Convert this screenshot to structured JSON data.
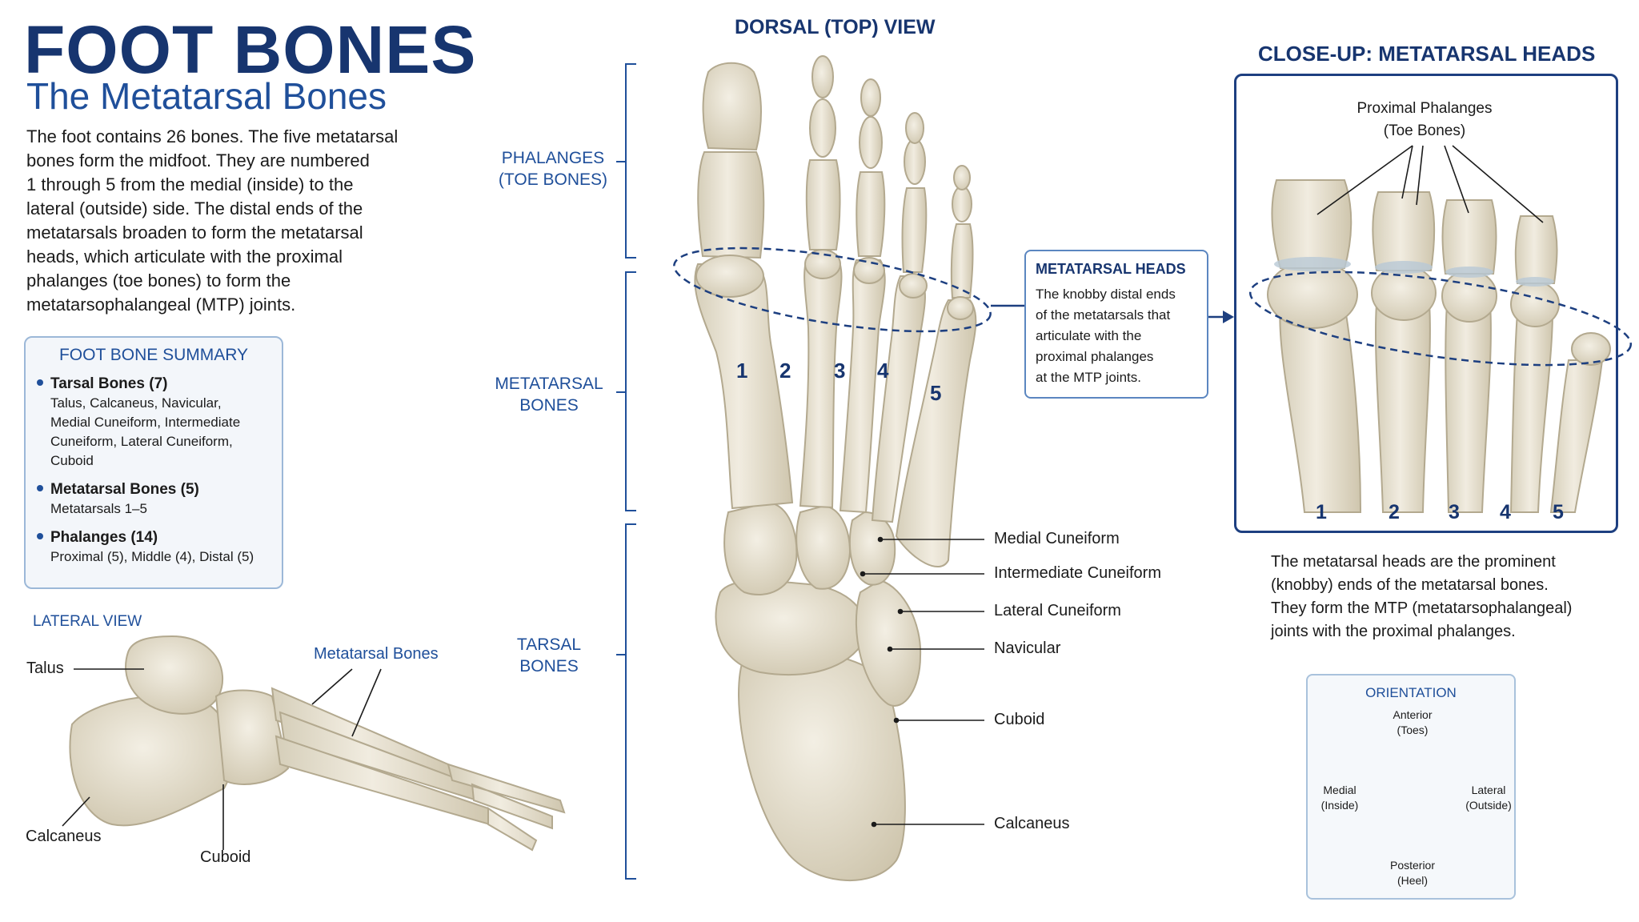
{
  "header": {
    "title": "FOOT BONES",
    "subtitle": "The Metatarsal Bones",
    "intro_lines": [
      "The foot contains 26 bones. The five metatarsal",
      "bones form the midfoot. They are numbered",
      "1 through 5 from the medial (inside) to the",
      "lateral (outside) side. The distal ends of the",
      "metatarsals broaden to form the metatarsal",
      "heads, which articulate with the proximal",
      "phalanges (toe bones) to form the",
      "metatarsophalangeal (MTP) joints."
    ]
  },
  "summary": {
    "title": "FOOT BONE SUMMARY",
    "groups": [
      {
        "heading": "Tarsal Bones (7)",
        "lines": [
          "Talus, Calcaneus, Navicular,",
          "Medial Cuneiform, Intermediate",
          "Cuneiform, Lateral Cuneiform,",
          "Cuboid"
        ]
      },
      {
        "heading": "Metatarsal Bones (5)",
        "lines": [
          "Metatarsals 1–5"
        ]
      },
      {
        "heading": "Phalanges (14)",
        "lines": [
          "Proximal (5), Middle (4), Distal (5)"
        ]
      }
    ]
  },
  "lateral_view": {
    "title": "LATERAL VIEW",
    "labels": {
      "talus": "Talus",
      "calcaneus": "Calcaneus",
      "cuboid": "Cuboid",
      "metatarsal_bones": "Metatarsal Bones"
    }
  },
  "dorsal_view": {
    "title": "DORSAL (TOP) VIEW",
    "bracket_labels": {
      "phalanges": [
        "PHALANGES",
        "(TOE BONES)"
      ],
      "metatarsal": [
        "METATARSAL",
        "BONES"
      ],
      "tarsal": [
        "TARSAL",
        "BONES"
      ]
    },
    "metatarsal_numbers": [
      "1",
      "2",
      "3",
      "4",
      "5"
    ],
    "tarsal_labels": [
      "Medial Cuneiform",
      "Intermediate Cuneiform",
      "Lateral Cuneiform",
      "Navicular",
      "Cuboid",
      "Calcaneus"
    ]
  },
  "metatarsal_heads_box": {
    "title": "METATARSAL HEADS",
    "lines": [
      "The knobby distal ends",
      "of the metatarsals that",
      "articulate with the",
      "proximal phalanges",
      "at the MTP joints."
    ]
  },
  "closeup": {
    "title": "CLOSE-UP: METATARSAL HEADS",
    "label_lines": [
      "Proximal Phalanges",
      "(Toe Bones)"
    ],
    "numbers": [
      "1",
      "2",
      "3",
      "4",
      "5"
    ],
    "description_lines": [
      "The metatarsal heads are the prominent",
      "(knobby) ends of the metatarsal bones.",
      "They form the MTP (metatarsophalangeal)",
      "joints with the proximal phalanges."
    ]
  },
  "orientation": {
    "title": "ORIENTATION",
    "anterior": [
      "Anterior",
      "(Toes)"
    ],
    "posterior": [
      "Posterior",
      "(Heel)"
    ],
    "medial": [
      "Medial",
      "(Inside)"
    ],
    "lateral": [
      "Lateral",
      "(Outside)"
    ]
  },
  "colors": {
    "navy": "#17356f",
    "blue": "#1f4f9a",
    "bone": "#e9e3d2",
    "bone_shadow": "#cfc6ae",
    "cartilage": "#b9c9d6"
  }
}
